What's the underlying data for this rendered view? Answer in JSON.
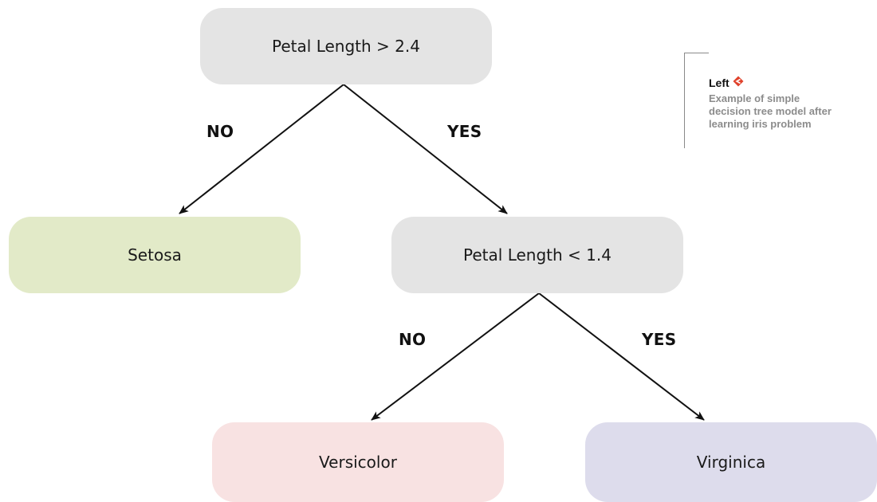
{
  "colors": {
    "decision_node": "#e4e4e4",
    "setosa": "#e2eac8",
    "versicolor": "#f8e2e2",
    "virginica": "#dddcec",
    "edge": "#111111",
    "caption_accent": "#e0422c",
    "caption_text": "#8c8c8c"
  },
  "tree": {
    "root": {
      "label": "Petal Length > 2.4"
    },
    "root_no_label": "NO",
    "root_yes_label": "YES",
    "setosa": {
      "label": "Setosa"
    },
    "inner": {
      "label": "Petal Length < 1.4"
    },
    "inner_no_label": "NO",
    "inner_yes_label": "YES",
    "versicolor": {
      "label": "Versicolor"
    },
    "virginica": {
      "label": "Virginica"
    }
  },
  "caption": {
    "title": "Left",
    "icon": "diamond-arrow-icon",
    "text": "Example of simple decision tree model after learning iris problem"
  }
}
